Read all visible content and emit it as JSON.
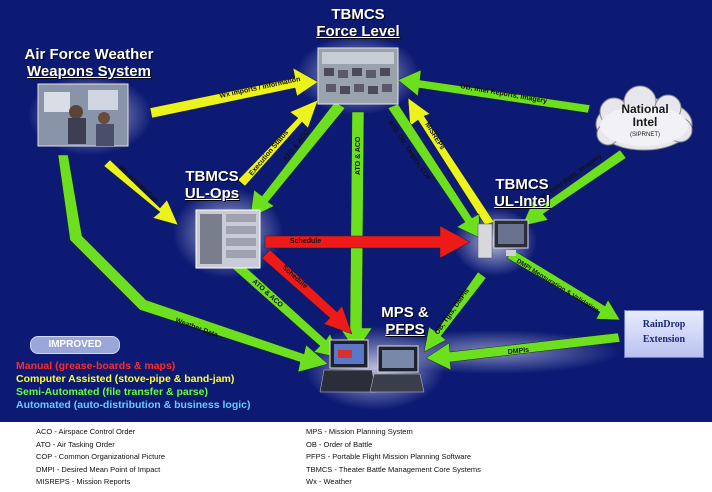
{
  "nodes": {
    "afww": {
      "line1": "Air Force Weather",
      "line2": "Weapons System"
    },
    "force_level": {
      "line1": "TBMCS",
      "line2": "Force Level"
    },
    "ul_ops": {
      "line1": "TBMCS",
      "line2": "UL-Ops"
    },
    "ul_intel": {
      "line1": "TBMCS",
      "line2": "UL-Intel"
    },
    "mps_pfps": {
      "line1": "MPS &",
      "line2": "PFPS"
    },
    "national_intel": {
      "line1": "National",
      "line2": "Intel",
      "sub": "(SIPRNET)"
    },
    "raindrop": {
      "line1": "RainDrop",
      "line2": "Extension"
    }
  },
  "arrows": {
    "wx_imports": "Wx imports / information",
    "wx_information": "Wx information",
    "weather_data": "Weather Data",
    "execution_status": "Execution Status",
    "ato_aco_1": "ATO & ACO",
    "ato_aco_2": "ATO & ACO",
    "ato_aco_3": "ATO & ACO",
    "ato_ob_targets": "ATO, OB, Targets, COP",
    "misreps": "MISREPs",
    "ob_intel_reports": "OB, Intel Reports, Imagery",
    "ob_intel_rpts": "OB, Intel Rpts, Imagery",
    "schedule_1": "Schedule",
    "schedule_2": "Schedule",
    "dmpi_mensuration": "DMPI Mensuration & Validation",
    "ob_tgts_dmpis": "OB, Tgts, DMPIs",
    "dmpis": "DMPIs"
  },
  "improved_label": "IMPROVED",
  "legend": [
    {
      "text": "Manual (grease-boards & maps)",
      "color": "#ff2a2a"
    },
    {
      "text": "Computer Assisted (stove-pipe & band-jam)",
      "color": "#ffff33"
    },
    {
      "text": "Semi-Automated (file transfer & parse)",
      "color": "#66ff33"
    },
    {
      "text": "Automated (auto-distribution & business logic)",
      "color": "#66ccff"
    }
  ],
  "glossary_left": [
    "ACO - Airspace Control Order",
    "ATO - Air Tasking Order",
    "COP - Common Organizational Picture",
    "DMPI - Desired Mean Point of Impact",
    "MISREPS - Mission Reports"
  ],
  "glossary_right": [
    "MPS - Mission Planning System",
    "OB - Order of Battle",
    "PFPS - Portable Flight Mission Planning Software",
    "TBMCS - Theater Battle Management Core Systems",
    "Wx - Weather"
  ]
}
